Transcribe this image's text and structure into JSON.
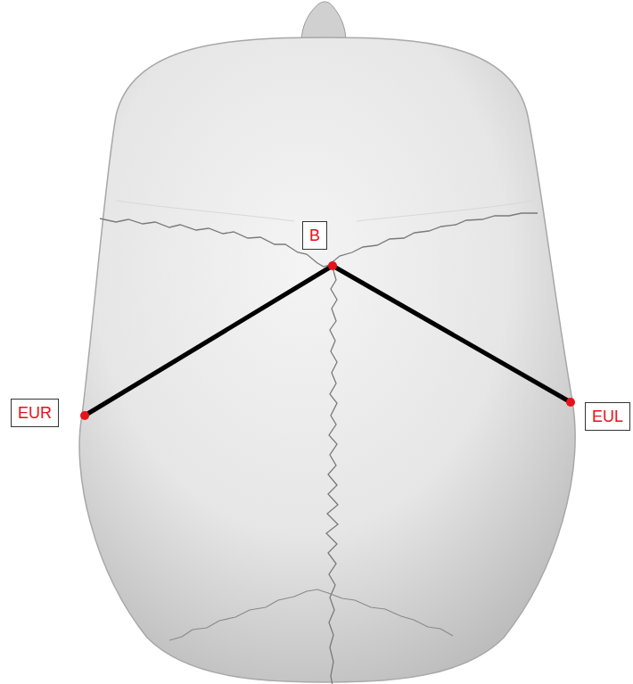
{
  "diagram": {
    "nodes": [
      {
        "text": [
          "B"
        ]
      },
      {
        "text": [
          "EUR"
        ]
      },
      {
        "text": [
          "EUL"
        ]
      }
    ]
  }
}
